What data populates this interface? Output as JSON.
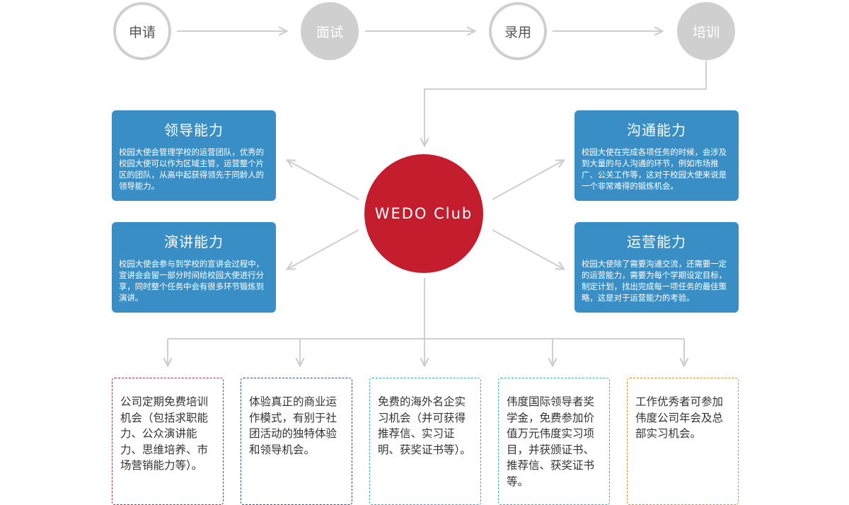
{
  "colors": {
    "line": "#cfcfcf",
    "blue": "#3a8ec6",
    "red": "#c41e2e",
    "benefit_borders": [
      "#a0304f",
      "#2c4f73",
      "#3aa8c8",
      "#3ab0b0",
      "#e58a2a"
    ]
  },
  "steps": [
    {
      "label": "申请",
      "style": "outline"
    },
    {
      "label": "面试",
      "style": "filled"
    },
    {
      "label": "录用",
      "style": "outline"
    },
    {
      "label": "培训",
      "style": "filled"
    }
  ],
  "center": {
    "label": "WEDO Club"
  },
  "skills": {
    "leadership": {
      "title": "领导能力",
      "desc": "校园大使会管理学校的运营团队，优秀的校园大使可以作为区域主管，运营整个片区的团队，从高中起获得领先于同龄人的领导能力。"
    },
    "speaking": {
      "title": "演讲能力",
      "desc": "校园大使会参与到学校的宣讲会过程中，宣讲会会留一部分时间给校园大使进行分享，同时整个任务中会有很多环节锻炼到演讲。"
    },
    "communication": {
      "title": "沟通能力",
      "desc": "校园大使在完成各项任务的时候，会涉及到大量的与人沟通的环节，例如市场推广、公关工作等，这对于校园大使来说是一个非常难得的锻炼机会。"
    },
    "operation": {
      "title": "运营能力",
      "desc": "校园大使除了需要沟通交流，还需要一定的运营能力，需要为每个学期设定目标，制定计划，找出完成每一项任务的最佳策略，这是对于运营能力的考验。"
    }
  },
  "benefits": [
    {
      "text": "公司定期免费培训机会（包括求职能力、公众演讲能力、思维培养、市场营销能力等）。"
    },
    {
      "text": "体验真正的商业运作模式，有别于社团活动的独特体验和领导机会。"
    },
    {
      "text": "免费的海外名企实习机会（并可获得推荐信、实习证明、获奖证书等）。"
    },
    {
      "text": "伟度国际领导者奖学金，免费参加价值万元伟度实习项目，并获颁证书、推荐信、获奖证书等。"
    },
    {
      "text": "工作优秀者可参加伟度公司年会及总部实习机会。"
    }
  ]
}
